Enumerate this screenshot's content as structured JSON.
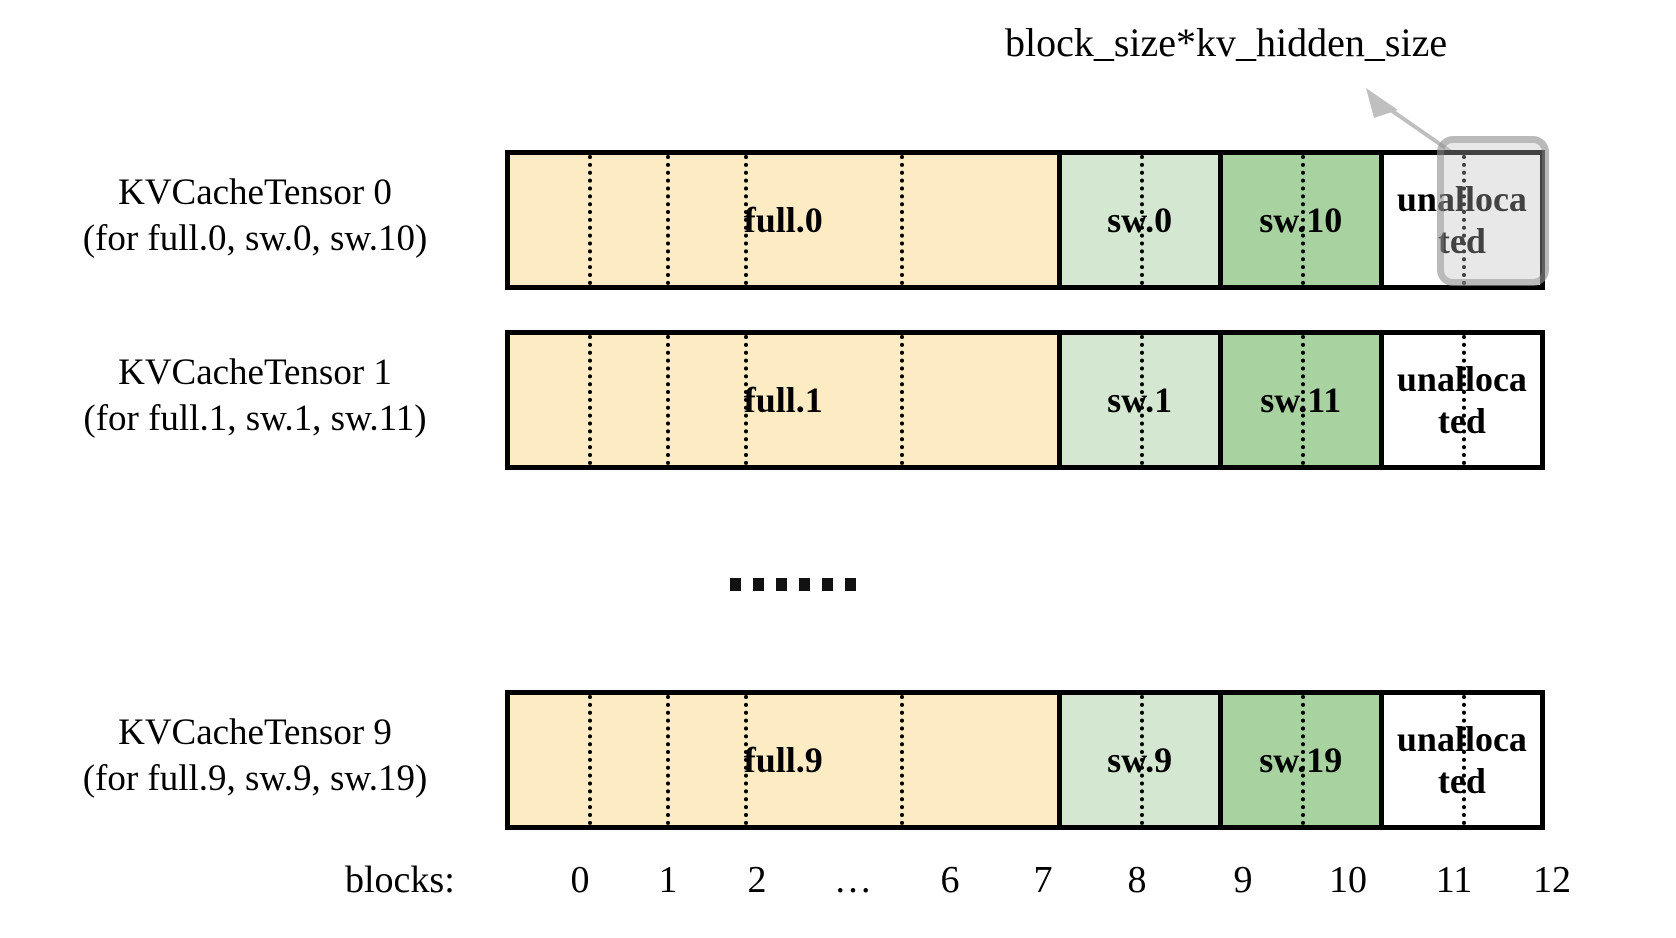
{
  "diagram": {
    "title_annotation": "block_size*kv_hidden_size",
    "axis_title": "blocks:",
    "block_ticks": [
      "0",
      "1",
      "2",
      "…",
      "6",
      "7",
      "8",
      "9",
      "10",
      "11",
      "12"
    ],
    "ellipsis_dots": 6,
    "colors": {
      "full_fill": "#FCEBC3",
      "sw_light_fill": "#D4E8D1",
      "sw_dark_fill": "#A8D2A0",
      "unallocated_fill": "#FFFFFF",
      "border": "#000000",
      "highlight_border": "#BFBFBF",
      "arrow": "#BFBFBF"
    },
    "rows": [
      {
        "label_line1": "KVCacheTensor 0",
        "label_line2": "(for full.0, sw.0, sw.10)",
        "segments": [
          {
            "name": "full",
            "label": "full.0",
            "blocks": 7
          },
          {
            "name": "sw-light",
            "label": "sw.0",
            "blocks": 2
          },
          {
            "name": "sw-dark",
            "label": "sw.10",
            "blocks": 2
          },
          {
            "name": "unallocated",
            "label": "unalloca ted",
            "blocks": 2
          }
        ]
      },
      {
        "label_line1": "KVCacheTensor 1",
        "label_line2": "(for full.1, sw.1, sw.11)",
        "segments": [
          {
            "name": "full",
            "label": "full.1",
            "blocks": 7
          },
          {
            "name": "sw-light",
            "label": "sw.1",
            "blocks": 2
          },
          {
            "name": "sw-dark",
            "label": "sw.11",
            "blocks": 2
          },
          {
            "name": "unallocated",
            "label": "unalloca ted",
            "blocks": 2
          }
        ]
      },
      {
        "label_line1": "KVCacheTensor 9",
        "label_line2": "(for full.9, sw.9, sw.19)",
        "segments": [
          {
            "name": "full",
            "label": "full.9",
            "blocks": 7
          },
          {
            "name": "sw-light",
            "label": "sw.9",
            "blocks": 2
          },
          {
            "name": "sw-dark",
            "label": "sw.19",
            "blocks": 2
          },
          {
            "name": "unallocated",
            "label": "unalloca ted",
            "blocks": 2
          }
        ]
      }
    ]
  }
}
